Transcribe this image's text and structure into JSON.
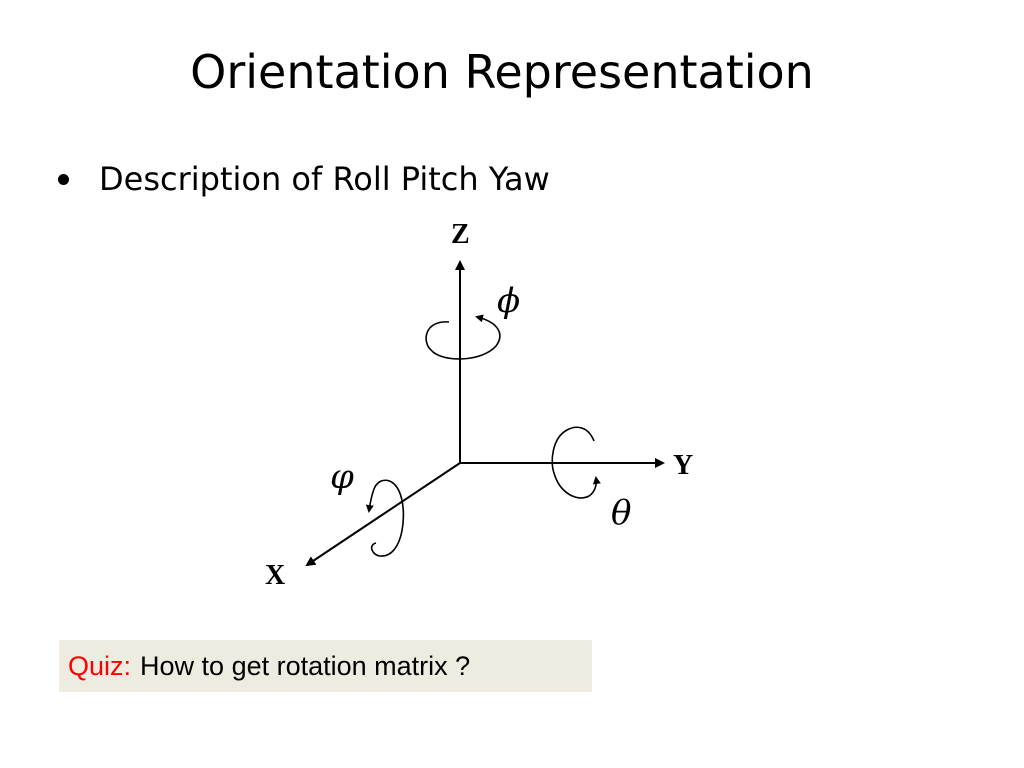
{
  "slide": {
    "title": "Orientation Representation",
    "bullet": "Description of Roll Pitch Yaw"
  },
  "diagram": {
    "axes": {
      "z": "Z",
      "y": "Y",
      "x": "X"
    },
    "angles": {
      "yaw": "ϕ",
      "pitch": "θ",
      "roll": "φ"
    }
  },
  "quiz": {
    "label": "Quiz:",
    "text": "How to get rotation matrix ?",
    "background": "#eeece1",
    "label_color": "#ff0000"
  }
}
